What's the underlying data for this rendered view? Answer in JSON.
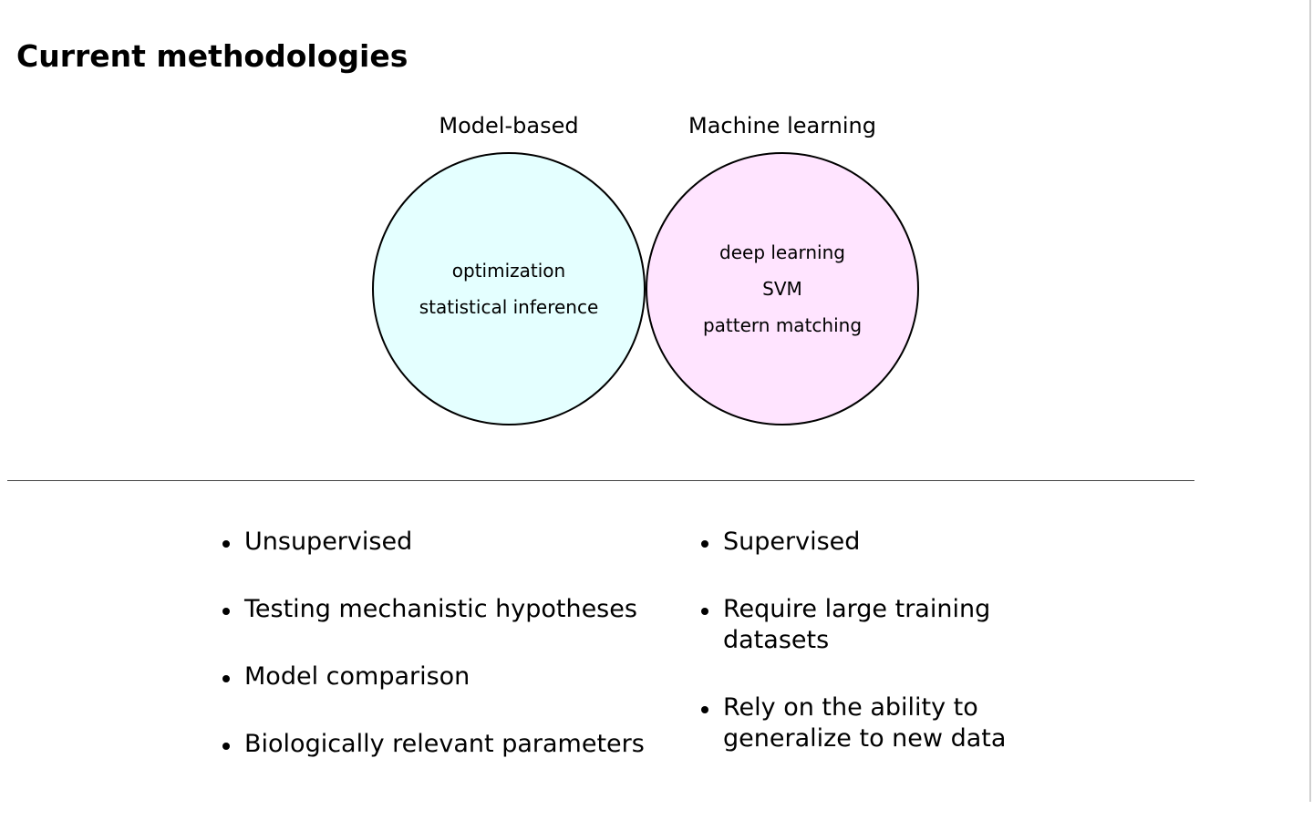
{
  "page_title": "Current methodologies",
  "diagram": {
    "left_circle": {
      "label": "Model-based",
      "fill_color": "#e4ffff",
      "items": [
        "optimization",
        "statistical inference"
      ]
    },
    "right_circle": {
      "label": "Machine learning",
      "fill_color": "#ffe4ff",
      "items": [
        "deep learning",
        "SVM",
        "pattern matching"
      ]
    }
  },
  "lists": {
    "left": [
      "Unsupervised",
      "Testing mechanistic hypotheses",
      "Model comparison",
      "Biologically relevant parameters"
    ],
    "right": [
      "Supervised",
      "Require large training datasets",
      "Rely on the ability to generalize to new data"
    ]
  }
}
